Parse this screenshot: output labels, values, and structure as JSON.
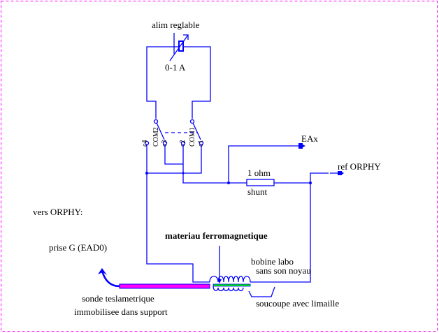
{
  "labels": {
    "supply": "alim reglable",
    "supply_range": "0-1 A",
    "com2": "COM2",
    "com1": "COM1",
    "c4": "c4",
    "c3": "c3",
    "c2": "c2",
    "c1": "c1",
    "eax": "EAx",
    "ref": "ref ORPHY",
    "resistor_value": "1 ohm",
    "shunt": "shunt",
    "vers": "vers ORPHY:",
    "prise": "prise G (EAD0)",
    "material": "materiau ferromagnetique",
    "coil_1": "bobine labo",
    "coil_2": "sans son noyau",
    "probe_1": "sonde teslametrique",
    "probe_2": "immobilisee dans support",
    "dish": "soucoupe avec limaille"
  },
  "colors": {
    "wire": "#0000ff",
    "border": "#ff00ff",
    "probe": "#ff00ff",
    "material": "#00ff00"
  }
}
